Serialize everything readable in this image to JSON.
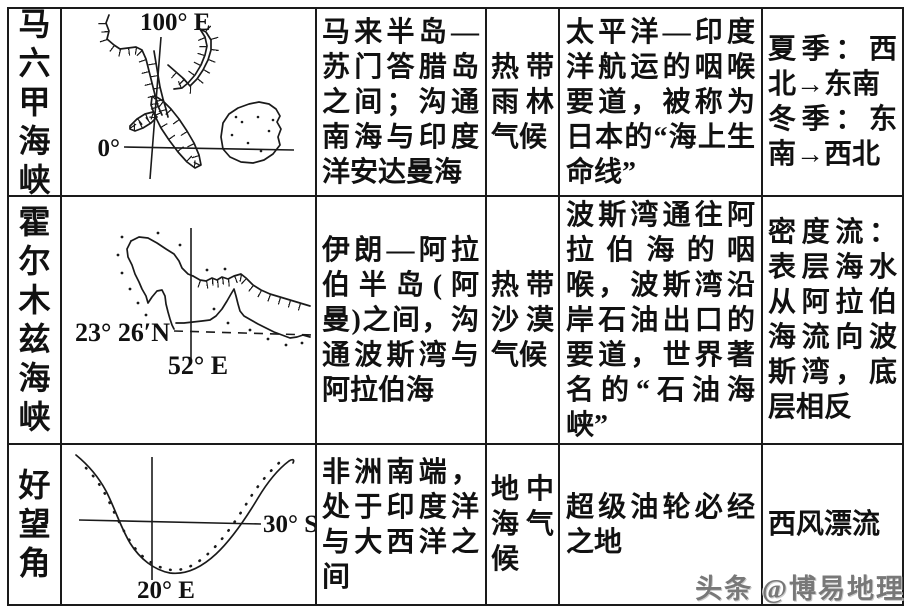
{
  "watermark": "头条 @博易地理",
  "table": {
    "rows": [
      {
        "name": "马六甲海峡",
        "map": {
          "lon_label": "100° E",
          "lat_label": "0°"
        },
        "location": "马来半岛—苏门答腊岛之间；沟通南海与印度洋安达曼海",
        "climate": "热带雨林气候",
        "importance": "太平洋—印度洋航运的咽喉要道，被称为日本的“海上生命线”",
        "current_lines": [
          "夏季：西北→东南",
          "冬季：东南→西北"
        ]
      },
      {
        "name": "霍尔木兹海峡",
        "map": {
          "lat_label": "23° 26′N",
          "lon_label": "52° E"
        },
        "location": "伊朗—阿拉伯半岛(阿曼)之间，沟通波斯湾与阿拉伯海",
        "climate": "热带沙漠气候",
        "importance": "波斯湾通往阿拉伯海的咽喉，波斯湾沿岸石油出口的要道，世界著名的“石油海峡”",
        "current_lines": [
          "密度流：表层海水从阿拉伯海流向波斯湾，底层相反"
        ]
      },
      {
        "name": "好望角",
        "map": {
          "lat_label": "30° S",
          "lon_label": "20° E"
        },
        "location": "非洲南端，处于印度洋与大西洋之间",
        "climate": "地中海气候",
        "importance": "超级油轮必经之地",
        "current_lines": [
          "西风漂流"
        ]
      }
    ]
  }
}
